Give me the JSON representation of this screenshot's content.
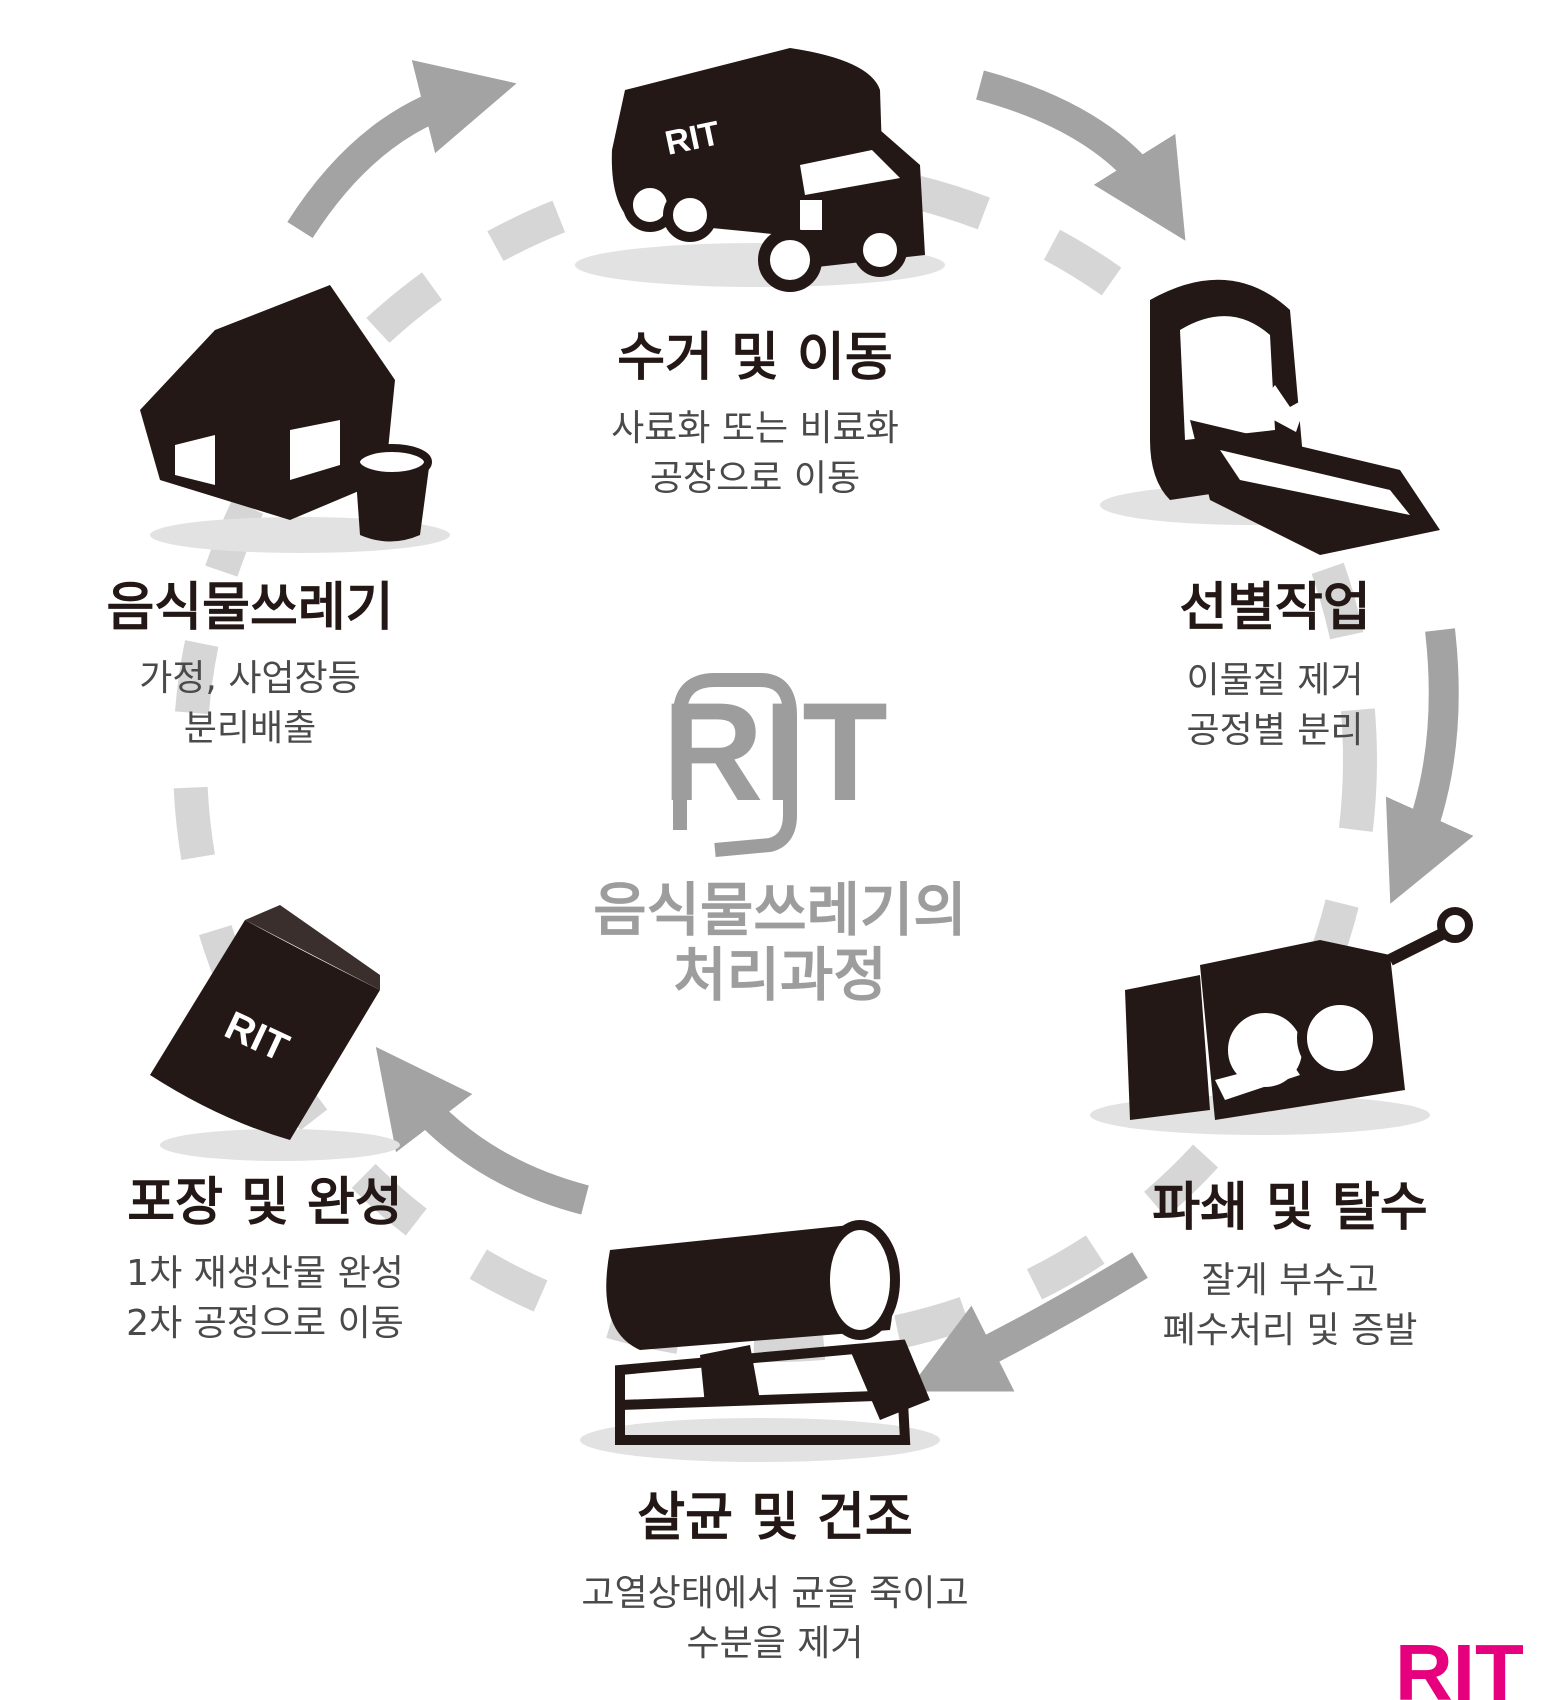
{
  "center": {
    "logo": "RIT",
    "line1": "음식물쓰레기의",
    "line2": "처리과정"
  },
  "steps": [
    {
      "title": "수거 및 이동",
      "desc1": "사료화 또는 비료화",
      "desc2": "공장으로 이동",
      "icon": "truck-icon"
    },
    {
      "title": "선별작업",
      "desc1": "이물질 제거",
      "desc2": "공정별 분리",
      "icon": "conveyor-icon"
    },
    {
      "title": "파쇄 및 탈수",
      "desc1": "잘게 부수고",
      "desc2": "폐수처리 및 증발",
      "icon": "crusher-icon"
    },
    {
      "title": "살균 및 건조",
      "desc1": "고열상태에서 균을 죽이고",
      "desc2": "수분을 제거",
      "icon": "dryer-drum-icon"
    },
    {
      "title": "포장 및 완성",
      "desc1": "1차 재생산물 완성",
      "desc2": "2차 공정으로 이동",
      "icon": "package-bag-icon"
    },
    {
      "title": "음식물쓰레기",
      "desc1": "가정, 사업장등",
      "desc2": "분리배출",
      "icon": "house-bin-icon"
    }
  ],
  "corner_logo": "RIT",
  "colors": {
    "icon": "#231815",
    "arrow": "#a3a3a3",
    "dash": "#d6d6d6",
    "center_text": "#9d9d9d",
    "corner_logo": "#e6007e"
  }
}
